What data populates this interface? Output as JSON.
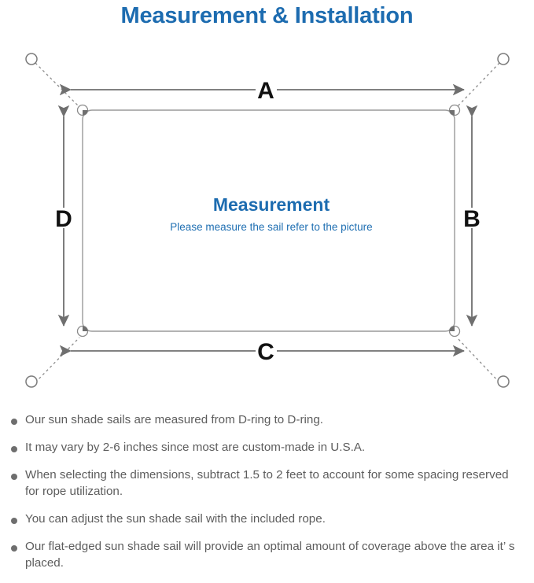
{
  "header": {
    "title": "Measurement & Installation",
    "title_color": "#1d6cb0"
  },
  "diagram": {
    "name": "sun-shade-sail-measurement-diagram",
    "center_heading": "Measurement",
    "center_subtext": "Please measure the sail refer to the picture",
    "dimension_labels": {
      "top": "A",
      "right": "B",
      "bottom": "C",
      "left": "D"
    },
    "colors": {
      "line": "#7b7b7b",
      "sail_edge": "#9a9a9a",
      "rope": "#8a8a8a",
      "letter": "#111111",
      "accent": "#1d6cb0"
    },
    "parts": {
      "anchor_point": "anchor-ring",
      "sail_corner": "d-ring",
      "rope": "rope-dotted-line",
      "dimension_arrow": "double-headed-arrow"
    }
  },
  "notes": {
    "items": [
      "Our sun shade sails are measured from D-ring to D-ring.",
      "It may vary by 2-6 inches since most are custom-made in U.S.A.",
      "When selecting the dimensions, subtract 1.5 to 2 feet to account for some spacing reserved for rope utilization.",
      "You can adjust the sun shade sail with the included rope.",
      "Our flat-edged sun shade sail will provide an optimal amount of coverage above the area it’ s placed."
    ]
  }
}
